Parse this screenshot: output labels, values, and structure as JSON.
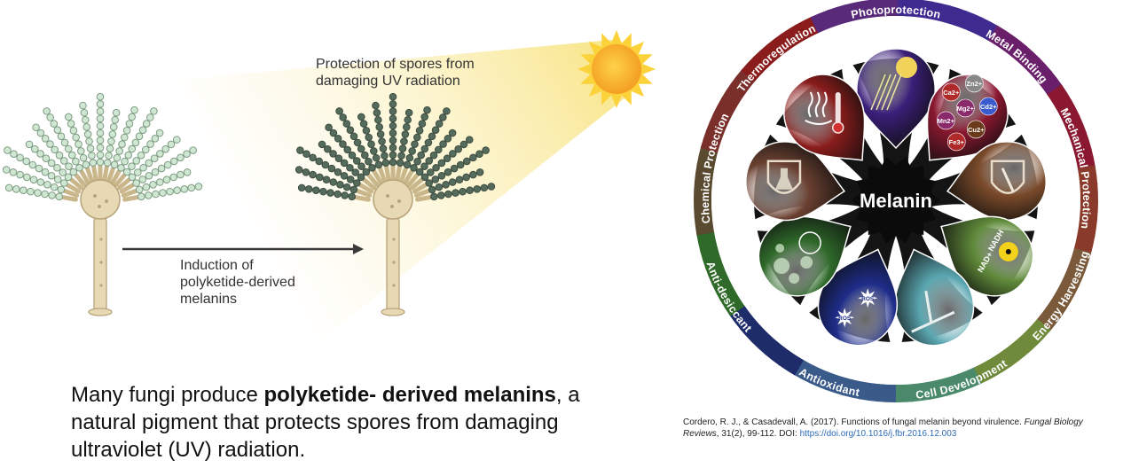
{
  "left_panel": {
    "protection_label": "Protection of spores from\ndamaging UV radiation",
    "induction_label": "Induction of\npolyketide-derived\nmelanins"
  },
  "caption": {
    "part1": "Many fungi produce ",
    "bold": "polyketide- derived melanins",
    "part2": ", a natural pigment that protects spores from damaging ultraviolet (UV) radiation."
  },
  "citation": {
    "text": "Cordero, R. J., & Casadevall, A. (2017). Functions of fungal melanin beyond virulence. ",
    "journal": "Fungal Biology Reviews",
    "vol": ", 31",
    "rest": "(2), 99-112. DOI: ",
    "doi": "https://doi.org/10.1016/j.fbr.2016.12.003"
  },
  "wheel": {
    "center": "Melanin",
    "functions": [
      {
        "name": "Photoprotection",
        "color": "#3b1f7a"
      },
      {
        "name": "Metal Binding",
        "color": "#8a1830"
      },
      {
        "name": "Mechanical Protection",
        "color": "#7a4a2a"
      },
      {
        "name": "Energy Harvesting",
        "color": "#5f8a3a"
      },
      {
        "name": "Cell Development",
        "color": "#5aa6b0"
      },
      {
        "name": "Antioxidant",
        "color": "#1e2d8a"
      },
      {
        "name": "Anti-desiccant",
        "color": "#2f6a2a"
      },
      {
        "name": "Chemical Protection",
        "color": "#6a4030"
      },
      {
        "name": "Thermoregulation",
        "color": "#8a1c1c"
      }
    ],
    "ions": [
      "Ca2+",
      "Zn2+",
      "Mg2+",
      "Cd2+",
      "Mn2+",
      "Cu2+",
      "Fe3+"
    ],
    "nad": "NAD+",
    "nadh": "NADH",
    "ros": "ROS"
  }
}
